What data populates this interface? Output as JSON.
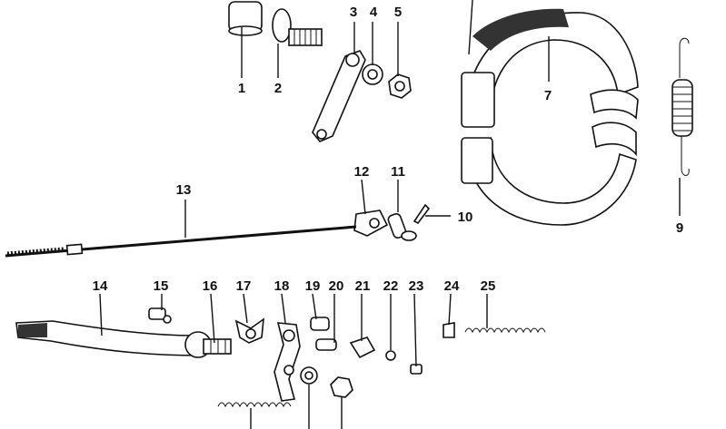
{
  "labels": [
    "1",
    "2",
    "3",
    "4",
    "5",
    "7",
    "9",
    "10",
    "11",
    "12",
    "13",
    "14",
    "15",
    "16",
    "17",
    "18",
    "19",
    "20",
    "21",
    "22",
    "23",
    "24",
    "25"
  ]
}
